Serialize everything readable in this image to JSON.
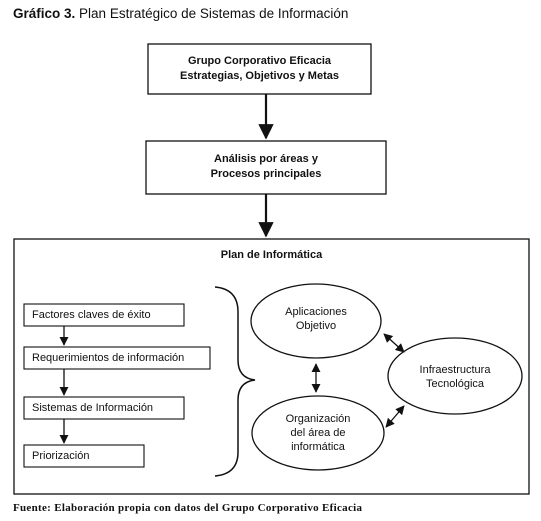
{
  "title": {
    "prefix": "Gráfico 3.",
    "text": "Plan Estratégico de Sistemas de Información"
  },
  "nodes": {
    "grupo": {
      "line1": "Grupo Corporativo Eficacia",
      "line2": "Estrategias, Objetivos y Metas"
    },
    "analisis": {
      "line1": "Análisis por áreas y",
      "line2": "Procesos principales"
    },
    "plan": {
      "label": "Plan de Informática"
    },
    "factores": {
      "label": "Factores claves de éxito"
    },
    "requerimientos": {
      "label": "Requerimientos de información"
    },
    "sistemas": {
      "label": "Sistemas de Información"
    },
    "priorizacion": {
      "label": "Priorización"
    },
    "aplicaciones": {
      "line1": "Aplicaciones",
      "line2": "Objetivo"
    },
    "organizacion": {
      "line1": "Organización",
      "line2": "del área de",
      "line3": "informática"
    },
    "infraestructura": {
      "line1": "Infraestructura",
      "line2": "Tecnológica"
    }
  },
  "source": "Fuente: Elaboración propia con datos del Grupo Corporativo Eficacia",
  "colors": {
    "line": "#111111",
    "fill": "#ffffff"
  }
}
